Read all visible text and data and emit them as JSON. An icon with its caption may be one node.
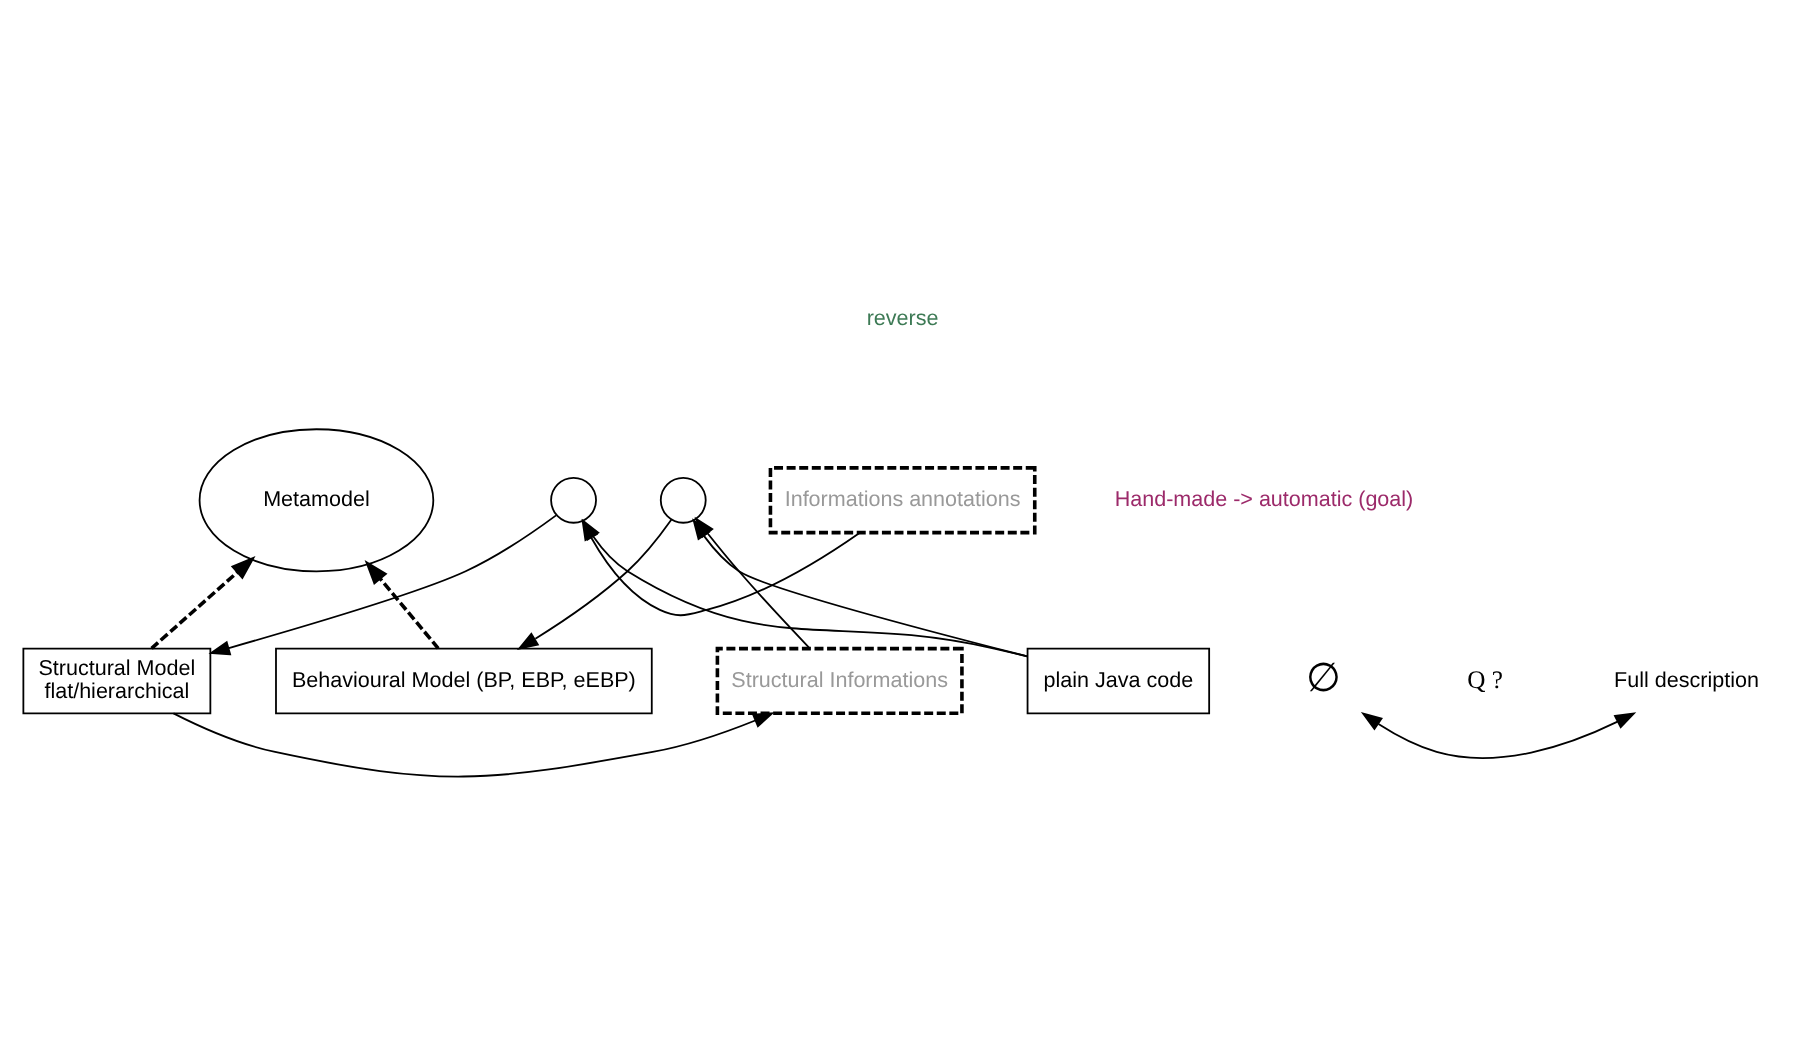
{
  "diagram": {
    "nodes": [
      {
        "text": [
          "Metamodel"
        ]
      },
      {
        "text": [
          "Structural Model",
          "flat/hierarchical"
        ]
      },
      {
        "text": [
          "Structural Informations"
        ]
      },
      {
        "text": [
          "Behavioural Model (BP, EBP, eEBP)"
        ]
      },
      {
        "text": [
          "∅"
        ]
      },
      {
        "text": [
          "Full description"
        ]
      },
      {
        "text": [
          "Informations annotations"
        ]
      },
      {
        "text": [],
        "shape": "circle"
      },
      {
        "text": [],
        "shape": "circle"
      },
      {
        "text": [
          "plain Java code"
        ]
      }
    ],
    "edges": [
      {
        "from": 1,
        "to": 0,
        "arrow": "to",
        "style": "dashed"
      },
      {
        "from": 3,
        "to": 0,
        "arrow": "to",
        "style": "dashed"
      },
      {
        "from": 1,
        "to": 2,
        "arrow": "to"
      },
      {
        "from": 4,
        "to": 5,
        "arrow": "both"
      },
      {
        "from": 6,
        "to": 7,
        "arrow": "to"
      },
      {
        "from": 7,
        "to": 1,
        "arrow": "to"
      },
      {
        "from": 9,
        "to": 7,
        "arrow": "to"
      },
      {
        "from": 9,
        "to": 8,
        "arrow": "to"
      },
      {
        "from": 2,
        "to": 8,
        "arrow": "to"
      },
      {
        "from": 8,
        "to": 3,
        "arrow": "to"
      }
    ],
    "labels": [
      "Q ?",
      "reverse",
      "Hand-made -> automatic (goal)"
    ]
  }
}
